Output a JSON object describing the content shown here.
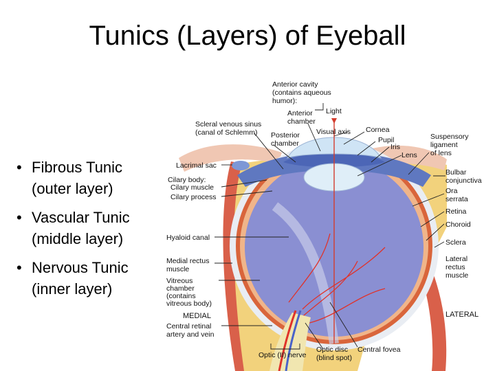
{
  "slide": {
    "title": "Tunics (Layers) of Eyeball"
  },
  "bullets": [
    {
      "line1": "Fibrous Tunic",
      "line2": "(outer layer)"
    },
    {
      "line1": "Vascular Tunic",
      "line2": "(middle layer)"
    },
    {
      "line1": "Nervous Tunic",
      "line2": "(inner layer)"
    }
  ],
  "diagram": {
    "anterior_cavity": [
      "Anterior cavity",
      "(contains aqueous",
      "humor):"
    ],
    "light": "Light",
    "anterior_chamber": [
      "Anterior",
      "chamber"
    ],
    "posterior_chamber": [
      "Posterior",
      "chamber"
    ],
    "scleral_venous_sinus": [
      "Scleral venous sinus",
      "(canal of Schlemm)"
    ],
    "visual_axis": "Visual axis",
    "cornea": "Cornea",
    "pupil": "Pupil",
    "iris": "Iris",
    "lens": "Lens",
    "suspensory_ligament": [
      "Suspensory",
      "ligament",
      "of lens"
    ],
    "lacrimal_sac": "Lacrimal sac",
    "ciliary_body": "Cilary body:",
    "ciliary_muscle": "Cilary muscle",
    "ciliary_process": "Cilary process",
    "bulbar_conjunctiva": [
      "Bulbar",
      "conjunctiva"
    ],
    "ora_serrata": [
      "Ora",
      "serrata"
    ],
    "retina": "Retina",
    "choroid": "Choroid",
    "sclera": "Sclera",
    "hyaloid_canal": "Hyaloid canal",
    "medial_rectus": [
      "Medial rectus",
      "muscle"
    ],
    "lateral_rectus": [
      "Lateral",
      "rectus",
      "muscle"
    ],
    "vitreous_chamber": [
      "Vitreous",
      "chamber",
      "(contains",
      "vitreous body)"
    ],
    "medial": "MEDIAL",
    "lateral": "LATERAL",
    "central_retinal": [
      "Central retinal",
      "artery and vein"
    ],
    "optic_nerve": "Optic (II) nerve",
    "optic_disc": [
      "Optic disc",
      "(blind spot)"
    ],
    "central_fovea": "Central fovea"
  },
  "colors": {
    "sclera": "#e9edf3",
    "choroid": "#d9653b",
    "retina": "#f0b58a",
    "vitreous": "#8a8fd2",
    "muscle": "#d9604a",
    "fat": "#f2d27c",
    "lens": "#dfeef8",
    "iris": "#5f78c0",
    "nerve": "#f1e6b0"
  }
}
